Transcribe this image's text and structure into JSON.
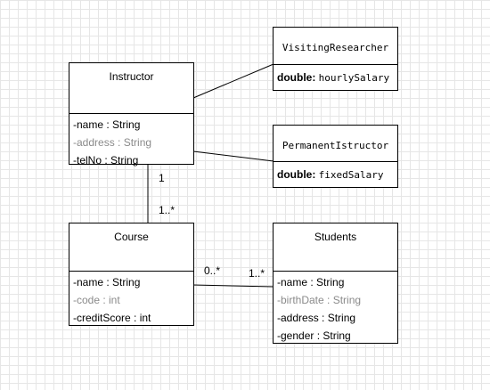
{
  "classes": {
    "instructor": {
      "name": "Instructor",
      "attributes": [
        {
          "text": "-name : String",
          "muted": false
        },
        {
          "text": "-address : String",
          "muted": true
        },
        {
          "text": "-telNo : String",
          "muted": false
        }
      ]
    },
    "visiting_researcher": {
      "name": "VisitingResearcher",
      "attr_type": "double",
      "attr_name": "hourlySalary"
    },
    "permanent_instructor": {
      "name": "PermanentIstructor",
      "attr_type": "double",
      "attr_name": "fixedSalary"
    },
    "course": {
      "name": "Course",
      "attributes": [
        {
          "text": "-name : String",
          "muted": false
        },
        {
          "text": "-code : int",
          "muted": true
        },
        {
          "text": "-creditScore : int",
          "muted": false
        }
      ]
    },
    "students": {
      "name": "Students",
      "attributes": [
        {
          "text": "-name : String",
          "muted": false
        },
        {
          "text": "-birthDate : String",
          "muted": true
        },
        {
          "text": "-address : String",
          "muted": false
        },
        {
          "text": "-gender : String",
          "muted": false
        }
      ]
    }
  },
  "multiplicities": {
    "instructor_course_instructor_end": "1",
    "instructor_course_course_end": "1..*",
    "course_students_course_end": "0..*",
    "course_students_students_end": "1..*"
  },
  "colors": {
    "grid": "#e6e6e6",
    "muted_text": "#8a8a8a",
    "border": "#000000"
  }
}
